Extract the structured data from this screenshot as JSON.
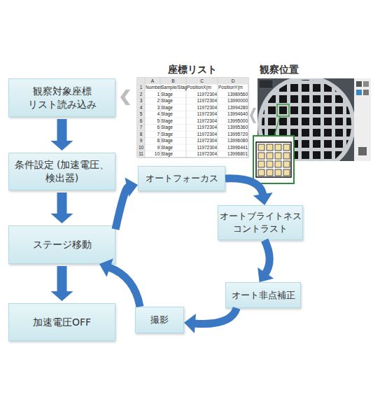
{
  "diagram": {
    "nodes": [
      {
        "text": [
          "座標リスト"
        ]
      },
      {
        "text": [
          "観察位置"
        ]
      },
      {
        "text": [
          "観察対象座標 リスト読み込み"
        ]
      },
      {
        "text": [
          "条件設定 (加速電圧、検出器)"
        ]
      },
      {
        "text": [
          "ステージ移動"
        ]
      },
      {
        "text": [
          "オートフォーカス"
        ]
      },
      {
        "text": [
          "オートブライトネス コントラスト"
        ]
      },
      {
        "text": [
          "オート非点補正"
        ]
      },
      {
        "text": [
          "撮影"
        ]
      },
      {
        "text": [
          "加速電圧OFF"
        ]
      }
    ],
    "edges": [
      {
        "from": 1,
        "to": 0,
        "arrow": "to"
      },
      {
        "from": 0,
        "to": 2,
        "arrow": "to"
      },
      {
        "from": 2,
        "to": 3,
        "arrow": "to"
      },
      {
        "from": 3,
        "to": 4,
        "arrow": "to"
      },
      {
        "from": 4,
        "to": 9,
        "arrow": "to"
      },
      {
        "from": 4,
        "to": 5,
        "arrow": "to"
      },
      {
        "from": 5,
        "to": 6,
        "arrow": "to"
      },
      {
        "from": 6,
        "to": 7,
        "arrow": "to"
      },
      {
        "from": 7,
        "to": 8,
        "arrow": "to"
      },
      {
        "from": 8,
        "to": 4,
        "arrow": "to"
      }
    ],
    "labels": [
      "A",
      "B",
      "C",
      "D",
      "1",
      "Number",
      "Sample/Stag",
      "PositionX(m",
      "PositionY(m",
      "2",
      "1",
      "Stage",
      "11972304",
      "13989560",
      "3",
      "2",
      "Stage",
      "11972304",
      "13990000",
      "4",
      "3",
      "Stage",
      "11972304",
      "13994280",
      "5",
      "4",
      "Stage",
      "11972304",
      "13994640",
      "6",
      "5",
      "Stage",
      "11972304",
      "13995000",
      "7",
      "6",
      "Stage",
      "11972304",
      "13995360",
      "8",
      "7",
      "Stage",
      "11972304",
      "13995720",
      "9",
      "8",
      "Stage",
      "11972304",
      "13996080",
      "10",
      "9",
      "Stage",
      "11972304",
      "13996441",
      "11",
      "10",
      "Stage",
      "11972304",
      "13996801"
    ]
  }
}
